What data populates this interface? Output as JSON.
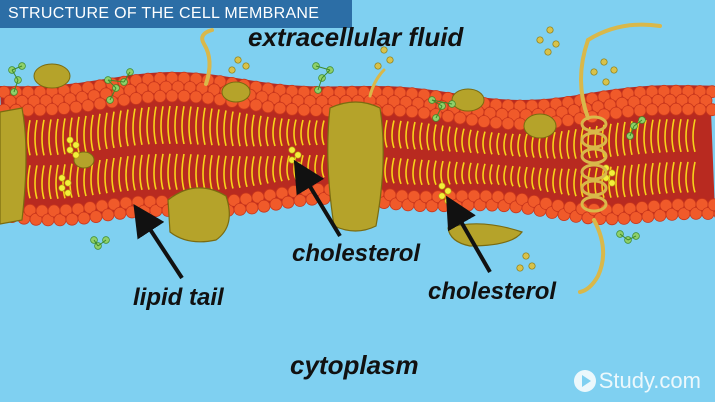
{
  "title": "STRUCTURE OF THE CELL MEMBRANE",
  "labels": {
    "extracellular": "extracellular fluid",
    "cholesterol_1": "cholesterol",
    "cholesterol_2": "cholesterol",
    "lipid_tail": "lipid tail",
    "cytoplasm": "cytoplasm"
  },
  "watermark": "Study.com",
  "colors": {
    "background": "#7fd0f1",
    "title_bar": "#2c6ea6",
    "membrane": "#b82a20",
    "lipid_head": "#f05a2a",
    "lipid_tail": "#f7d31a",
    "protein": "#b5a32a",
    "carbohydrate": "#8fd06a",
    "helix": "#d9b84a"
  },
  "icons": [
    "play-circle-icon"
  ]
}
